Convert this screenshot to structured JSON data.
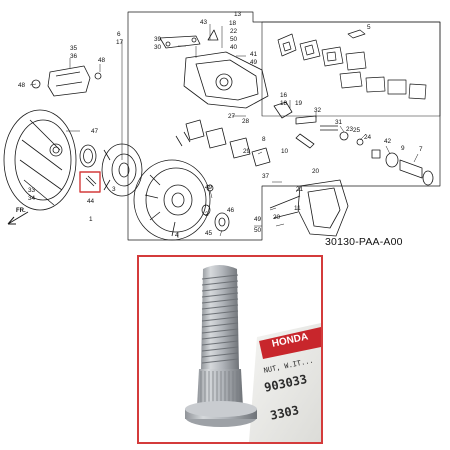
{
  "diagram_code": "30130-PAA-A00",
  "direction_label": "FR.",
  "callouts": [
    {
      "id": "c43",
      "text": "43"
    },
    {
      "id": "c13",
      "text": "13"
    },
    {
      "id": "c18a",
      "text": "18"
    },
    {
      "id": "c22",
      "text": "22"
    },
    {
      "id": "c50",
      "text": "50"
    },
    {
      "id": "c40",
      "text": "40"
    },
    {
      "id": "c5",
      "text": "5"
    },
    {
      "id": "c6",
      "text": "6"
    },
    {
      "id": "c17",
      "text": "17"
    },
    {
      "id": "c39",
      "text": "39"
    },
    {
      "id": "c30",
      "text": "30"
    },
    {
      "id": "c41",
      "text": "41"
    },
    {
      "id": "c49a",
      "text": "49"
    },
    {
      "id": "c35",
      "text": "35"
    },
    {
      "id": "c36",
      "text": "36"
    },
    {
      "id": "c48a",
      "text": "48"
    },
    {
      "id": "c48b",
      "text": "48"
    },
    {
      "id": "c28",
      "text": "28"
    },
    {
      "id": "c47",
      "text": "47"
    },
    {
      "id": "c16",
      "text": "16"
    },
    {
      "id": "c18b",
      "text": "18"
    },
    {
      "id": "c19",
      "text": "19"
    },
    {
      "id": "c32",
      "text": "32"
    },
    {
      "id": "c31",
      "text": "31"
    },
    {
      "id": "c27",
      "text": "27"
    },
    {
      "id": "c25",
      "text": "25"
    },
    {
      "id": "c24",
      "text": "24"
    },
    {
      "id": "c42",
      "text": "42"
    },
    {
      "id": "c9",
      "text": "9"
    },
    {
      "id": "c7",
      "text": "7"
    },
    {
      "id": "c29",
      "text": "29"
    },
    {
      "id": "c10",
      "text": "10"
    },
    {
      "id": "c37",
      "text": "37"
    },
    {
      "id": "c20a",
      "text": "20"
    },
    {
      "id": "c21",
      "text": "21"
    },
    {
      "id": "c20b",
      "text": "20"
    },
    {
      "id": "c33",
      "text": "33"
    },
    {
      "id": "c34",
      "text": "34"
    },
    {
      "id": "c3",
      "text": "3"
    },
    {
      "id": "c44",
      "text": "44"
    },
    {
      "id": "c1",
      "text": "1"
    },
    {
      "id": "c49b",
      "text": "49"
    },
    {
      "id": "c2",
      "text": "2"
    },
    {
      "id": "c45",
      "text": "45"
    },
    {
      "id": "c4",
      "text": "4"
    },
    {
      "id": "c46",
      "text": "46"
    },
    {
      "id": "c50b",
      "text": "50"
    },
    {
      "id": "c11",
      "text": "11"
    },
    {
      "id": "c8",
      "text": "8"
    },
    {
      "id": "c23",
      "text": "23"
    },
    {
      "id": "c49c",
      "text": "49"
    }
  ],
  "package_label": {
    "brand": "HONDA",
    "line1": "NUT, W.IT...",
    "line2": "903033",
    "line3": "3303"
  },
  "colors": {
    "line": "#1a1a1a",
    "highlight": "#d43b3b",
    "stud_metal": "#b9bcc0",
    "label_red": "#c8262c"
  }
}
